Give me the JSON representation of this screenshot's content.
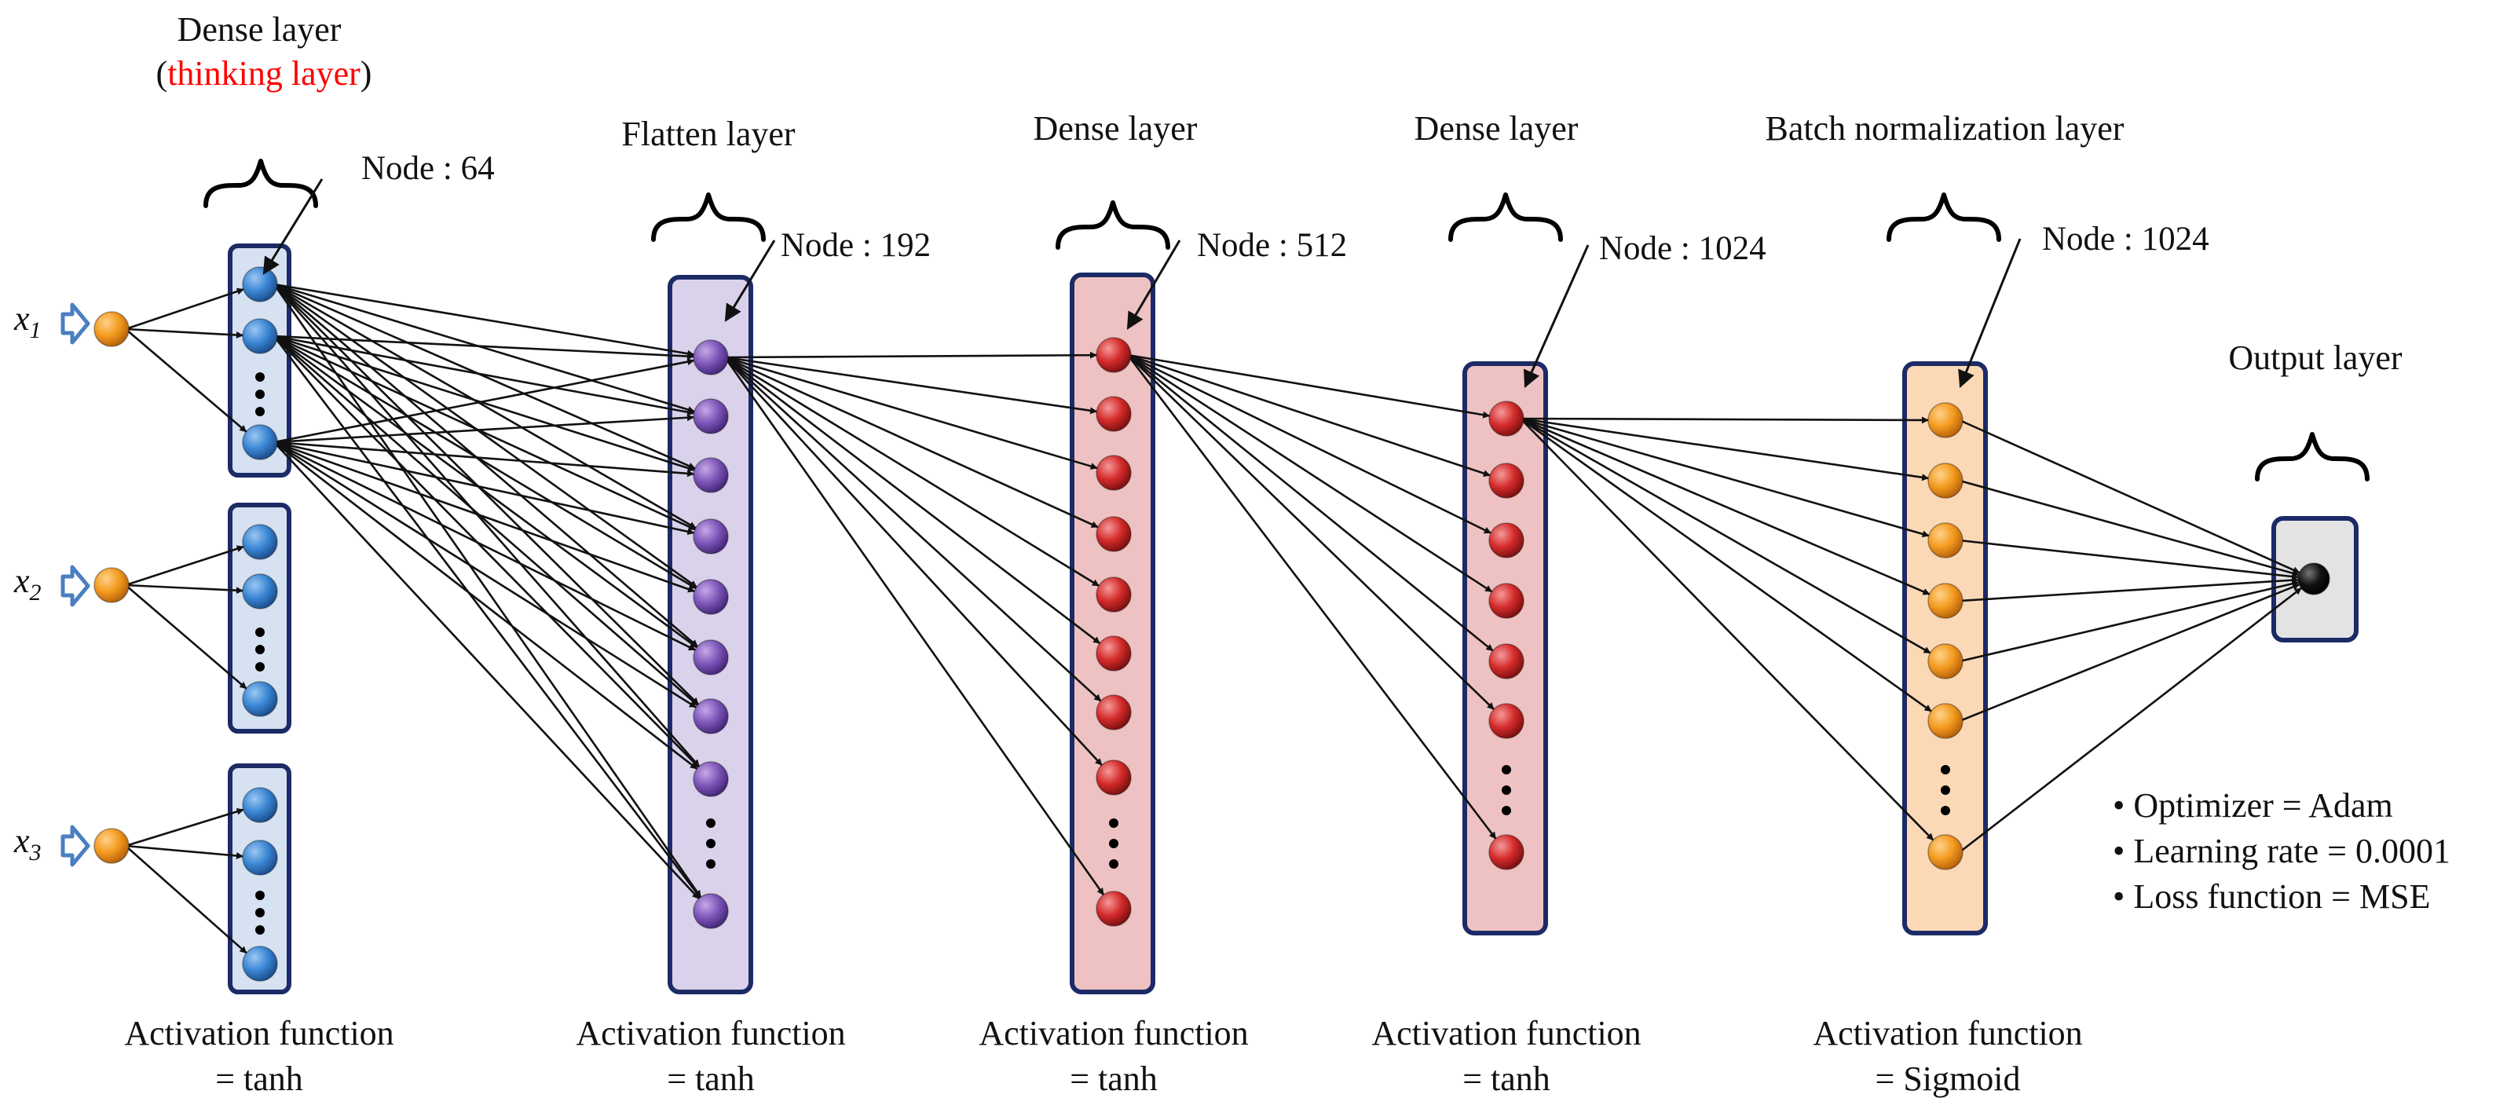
{
  "input_labels": [
    {
      "base": "x",
      "sub": "1"
    },
    {
      "base": "x",
      "sub": "2"
    },
    {
      "base": "x",
      "sub": "3"
    }
  ],
  "layers": {
    "dense1": {
      "title": "Dense layer",
      "subtitle_open": "(",
      "subtitle_highlight": "thinking layer",
      "subtitle_close": ")",
      "node_label": "Node : 64",
      "activation_line1": "Activation function",
      "activation_line2": "= tanh"
    },
    "flatten": {
      "title": "Flatten layer",
      "node_label": "Node : 192",
      "activation_line1": "Activation function",
      "activation_line2": "= tanh"
    },
    "dense2": {
      "title": "Dense layer",
      "node_label": "Node : 512",
      "activation_line1": "Activation function",
      "activation_line2": "= tanh"
    },
    "dense3": {
      "title": "Dense layer",
      "node_label": "Node : 1024",
      "activation_line1": "Activation function",
      "activation_line2": "= tanh"
    },
    "batchnorm": {
      "title": "Batch normalization layer",
      "node_label": "Node : 1024",
      "activation_line1": "Activation function",
      "activation_line2": "= Sigmoid"
    },
    "output": {
      "title": "Output layer"
    }
  },
  "hyperparameters": [
    "• Optimizer = Adam",
    "• Learning rate = 0.0001",
    "• Loss function = MSE"
  ],
  "colors": {
    "input_node": "#f39a1f",
    "dense1_node": "#3a86d4",
    "dense1_box": "#d6e2f1",
    "flatten_node": "#7d56b8",
    "flatten_box": "#d9d2ea",
    "dense_node": "#d42a2a",
    "dense_box": "#eec2c2",
    "batchnorm_node": "#f39a1f",
    "batchnorm_box": "#fbd9b6",
    "output_node": "#000000",
    "output_box": "#e3e3e3",
    "box_border": "#1c2b66",
    "highlight_text": "#ff0000",
    "input_arrow": "#4a7fc1"
  }
}
